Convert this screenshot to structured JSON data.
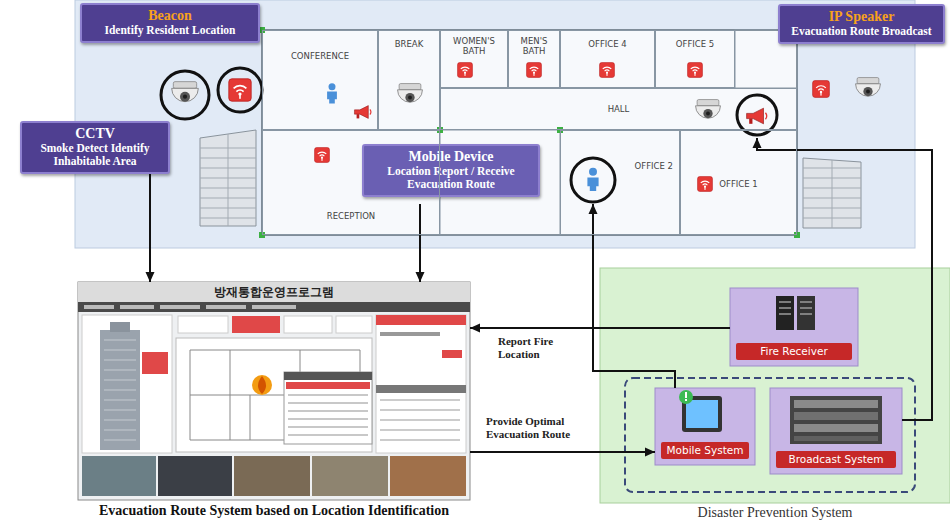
{
  "diagram": {
    "nodes": [
      {
        "text": [
          "Beacon",
          "Identify Resident Location"
        ]
      },
      {
        "text": [
          "IP Speaker",
          "Evacuation Route Broadcast"
        ]
      },
      {
        "text": [
          "CCTV",
          "Smoke Detect Identify Inhabitable Area"
        ]
      },
      {
        "text": [
          "Mobile Device",
          "Location Report / Receive Evacuation Route"
        ]
      },
      {
        "text": [
          "방재통합운영프로그램",
          "Evacuation Route System based on Location Identification"
        ]
      },
      {
        "text": [
          "Disaster Prevention System"
        ]
      },
      {
        "text": [
          "Fire Receiver"
        ],
        "in": 5
      },
      {
        "text": [
          "Mobile System"
        ],
        "in": 5
      },
      {
        "text": [
          "Broadcast System"
        ],
        "in": 5
      },
      {
        "text": [
          "CONFERENCE"
        ]
      },
      {
        "text": [
          "BREAK"
        ]
      },
      {
        "text": [
          "WOMEN'S BATH"
        ]
      },
      {
        "text": [
          "MEN'S BATH"
        ]
      },
      {
        "text": [
          "OFFICE 4"
        ]
      },
      {
        "text": [
          "OFFICE 5"
        ]
      },
      {
        "text": [
          "HALL"
        ]
      },
      {
        "text": [
          "RECEPTION"
        ]
      },
      {
        "text": [
          "OFFICE 2"
        ]
      },
      {
        "text": [
          "OFFICE 1"
        ]
      }
    ],
    "edges": [
      {
        "from": 2,
        "to": 4,
        "arrow": "to"
      },
      {
        "from": 3,
        "to": 4,
        "arrow": "to"
      },
      {
        "from": 6,
        "to": 4,
        "label": "Report Fire Location",
        "arrow": "to"
      },
      {
        "from": 4,
        "to": 7,
        "label": "Provide Optimal Evacuation Route",
        "arrow": "to"
      },
      {
        "from": 7,
        "to": 3,
        "arrow": "to"
      },
      {
        "from": 8,
        "to": 1,
        "arrow": "to"
      }
    ]
  }
}
